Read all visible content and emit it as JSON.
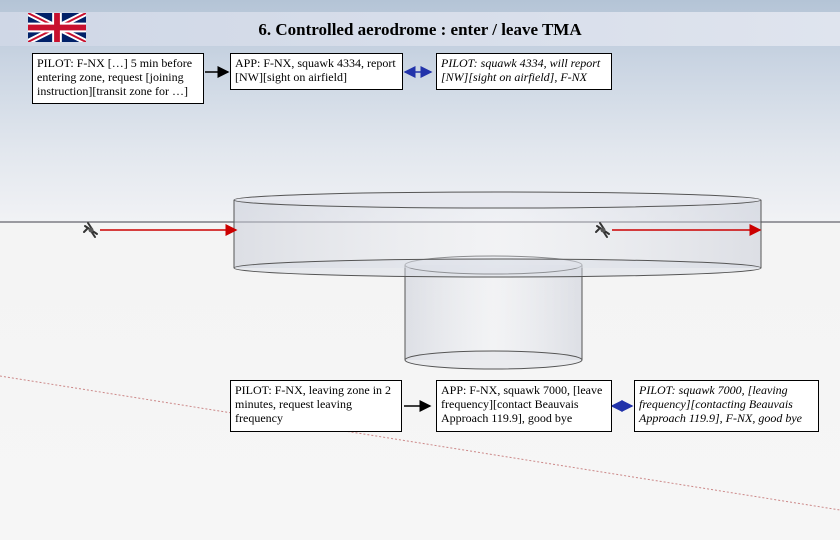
{
  "title": "6. Controlled aerodrome : enter / leave TMA",
  "flag_icon": "uk-flag-icon",
  "colors": {
    "flight_path": "#cc0000",
    "exchange_arrow": "#2233aa",
    "request_arrow": "#000000"
  },
  "boxes": {
    "pilot_enter": "PILOT: F-NX […] 5 min before entering zone, request [joining instruction][transit zone for …]",
    "app_squawk": "APP: F-NX, squawk 4334, report [NW][sight on airfield]",
    "pilot_readback": "PILOT: squawk 4334, will report [NW][sight on airfield], F-NX",
    "pilot_leaving": "PILOT: F-NX, leaving zone in 2 minutes, request leaving frequency",
    "app_leave": "APP: F-NX, squawk 7000, [leave frequency][contact Beauvais Approach 119.9], good bye",
    "pilot_goodbye": "PILOT: squawk 7000, [leaving frequency][contacting Beauvais Approach 119.9], F-NX, good bye"
  }
}
